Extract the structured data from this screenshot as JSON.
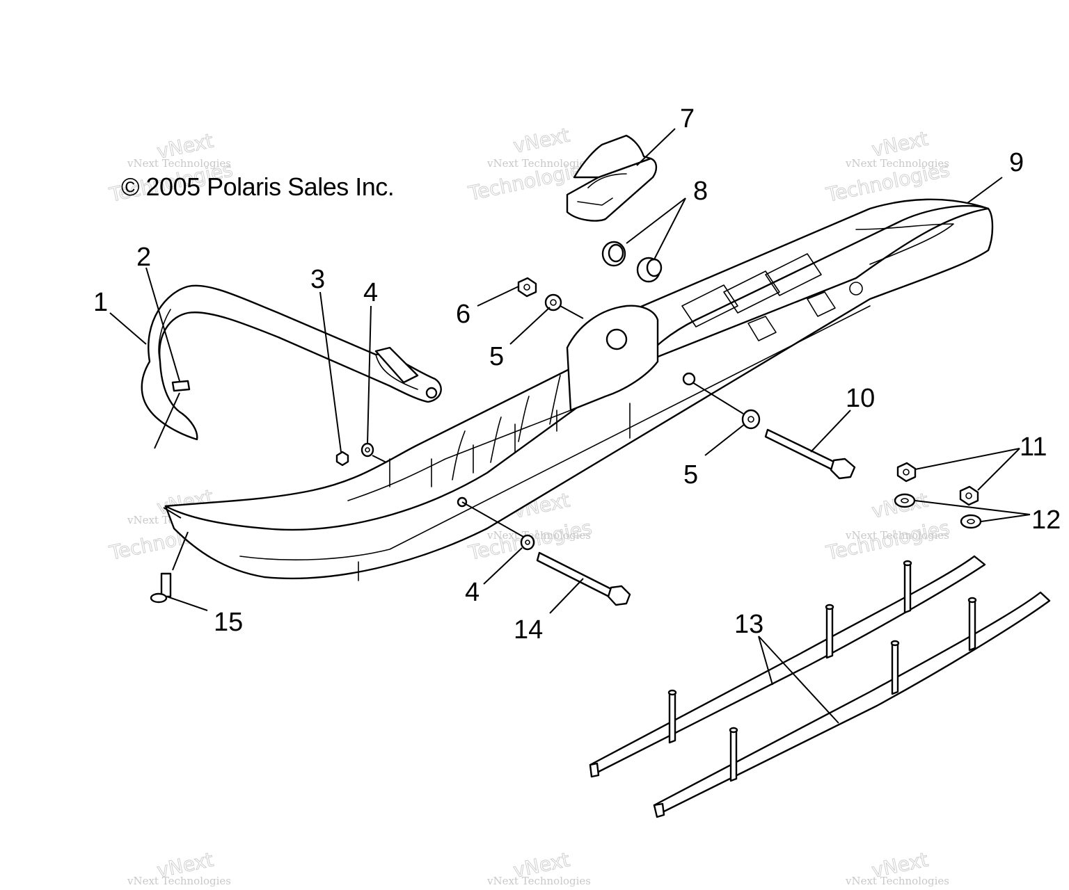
{
  "copyright": "© 2005 Polaris Sales Inc.",
  "watermark": {
    "line1": "vNext Technologies",
    "line2": "vNext",
    "line3": "Technologies"
  },
  "callouts": [
    {
      "id": "c1",
      "label": "1"
    },
    {
      "id": "c2",
      "label": "2"
    },
    {
      "id": "c3",
      "label": "3"
    },
    {
      "id": "c4a",
      "label": "4"
    },
    {
      "id": "c4b",
      "label": "4"
    },
    {
      "id": "c5a",
      "label": "5"
    },
    {
      "id": "c5b",
      "label": "5"
    },
    {
      "id": "c6",
      "label": "6"
    },
    {
      "id": "c7",
      "label": "7"
    },
    {
      "id": "c8",
      "label": "8"
    },
    {
      "id": "c9",
      "label": "9"
    },
    {
      "id": "c10",
      "label": "10"
    },
    {
      "id": "c11",
      "label": "11"
    },
    {
      "id": "c12",
      "label": "12"
    },
    {
      "id": "c13",
      "label": "13"
    },
    {
      "id": "c14",
      "label": "14"
    },
    {
      "id": "c15",
      "label": "15"
    }
  ]
}
